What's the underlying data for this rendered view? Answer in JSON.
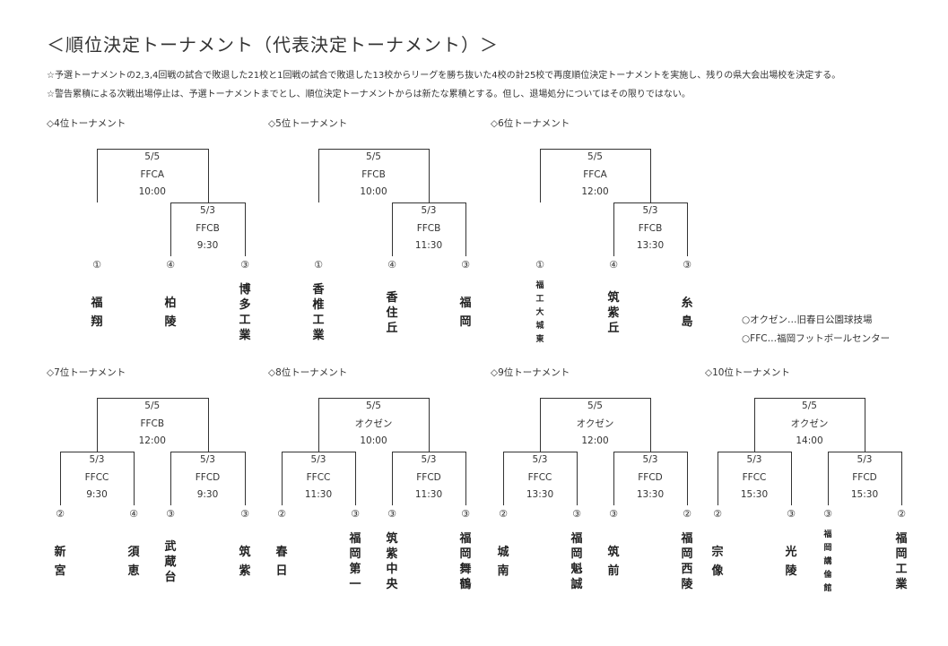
{
  "title": "＜順位決定トーナメント（代表決定トーナメント）＞",
  "notes": [
    "☆予選トーナメントの2,3,4回戦の試合で敗退した21校と1回戦の試合で敗退した13校からリーグを勝ち抜いた4校の計25校で再度順位決定トーナメントを実施し、残りの県大会出場校を決定する。",
    "☆警告累積による次戦出場停止は、予選トーナメントまでとし、順位決定トーナメントからは新たな累積とする。但し、退場処分についてはその限りではない。"
  ],
  "legend": [
    "○オクゼン…旧春日公園球技場",
    "○FFC…福岡フットボールセンター"
  ],
  "tournaments": [
    {
      "label": "◇4位トーナメント",
      "final": {
        "date": "5/5",
        "venue": "FFCA",
        "time": "10:00"
      },
      "semis": [
        null,
        {
          "date": "5/3",
          "venue": "FFCB",
          "time": "9:30"
        }
      ],
      "teams": [
        {
          "seed": "①",
          "name": "福翔"
        },
        {
          "seed": "④",
          "name": "柏陵"
        },
        {
          "seed": "③",
          "name": "博多工業"
        }
      ]
    },
    {
      "label": "◇5位トーナメント",
      "final": {
        "date": "5/5",
        "venue": "FFCB",
        "time": "10:00"
      },
      "semis": [
        null,
        {
          "date": "5/3",
          "venue": "FFCB",
          "time": "11:30"
        }
      ],
      "teams": [
        {
          "seed": "①",
          "name": "香椎工業"
        },
        {
          "seed": "④",
          "name": "香住丘"
        },
        {
          "seed": "③",
          "name": "福岡"
        }
      ]
    },
    {
      "label": "◇6位トーナメント",
      "final": {
        "date": "5/5",
        "venue": "FFCA",
        "time": "12:00"
      },
      "semis": [
        null,
        {
          "date": "5/3",
          "venue": "FFCB",
          "time": "13:30"
        }
      ],
      "teams": [
        {
          "seed": "①",
          "name": "福工大城東"
        },
        {
          "seed": "④",
          "name": "筑紫丘"
        },
        {
          "seed": "③",
          "name": "糸島"
        }
      ]
    },
    {
      "label": "◇7位トーナメント",
      "final": {
        "date": "5/5",
        "venue": "FFCB",
        "time": "12:00"
      },
      "semis": [
        {
          "date": "5/3",
          "venue": "FFCC",
          "time": "9:30"
        },
        {
          "date": "5/3",
          "venue": "FFCD",
          "time": "9:30"
        }
      ],
      "teams": [
        {
          "seed": "②",
          "name": "新宮"
        },
        {
          "seed": "④",
          "name": "須恵"
        },
        {
          "seed": "③",
          "name": "武蔵台"
        },
        {
          "seed": "③",
          "name": "筑紫"
        }
      ]
    },
    {
      "label": "◇8位トーナメント",
      "final": {
        "date": "5/5",
        "venue": "オクゼン",
        "time": "10:00"
      },
      "semis": [
        {
          "date": "5/3",
          "venue": "FFCC",
          "time": "11:30"
        },
        {
          "date": "5/3",
          "venue": "FFCD",
          "time": "11:30"
        }
      ],
      "teams": [
        {
          "seed": "②",
          "name": "春日"
        },
        {
          "seed": "③",
          "name": "福岡第一"
        },
        {
          "seed": "③",
          "name": "筑紫中央"
        },
        {
          "seed": "③",
          "name": "福岡舞鶴"
        }
      ]
    },
    {
      "label": "◇9位トーナメント",
      "final": {
        "date": "5/5",
        "venue": "オクゼン",
        "time": "12:00"
      },
      "semis": [
        {
          "date": "5/3",
          "venue": "FFCC",
          "time": "13:30"
        },
        {
          "date": "5/3",
          "venue": "FFCD",
          "time": "13:30"
        }
      ],
      "teams": [
        {
          "seed": "②",
          "name": "城南"
        },
        {
          "seed": "③",
          "name": "福岡魁誠"
        },
        {
          "seed": "③",
          "name": "筑前"
        },
        {
          "seed": "②",
          "name": "福岡西陵"
        }
      ]
    },
    {
      "label": "◇10位トーナメント",
      "final": {
        "date": "5/5",
        "venue": "オクゼン",
        "time": "14:00"
      },
      "semis": [
        {
          "date": "5/3",
          "venue": "FFCC",
          "time": "15:30"
        },
        {
          "date": "5/3",
          "venue": "FFCD",
          "time": "15:30"
        }
      ],
      "teams": [
        {
          "seed": "②",
          "name": "宗像"
        },
        {
          "seed": "③",
          "name": "光陵"
        },
        {
          "seed": "③",
          "name": "福岡講倫館"
        },
        {
          "seed": "②",
          "name": "福岡工業"
        }
      ]
    }
  ]
}
